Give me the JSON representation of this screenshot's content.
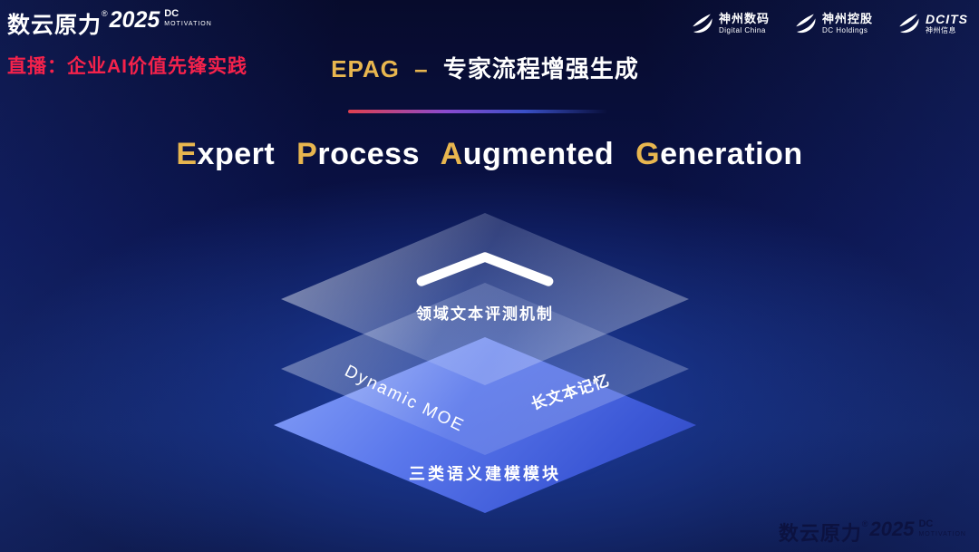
{
  "colors": {
    "gold": "#e8b64f",
    "live_red": "#f5224b",
    "layer_blue": "#4e6fe4",
    "bg_dark": "#070b2c",
    "bg_glow": "#1d3ea2"
  },
  "brand": {
    "name": "数云原力",
    "reg": "®",
    "year": "2025",
    "tag_top": "DC",
    "tag_bottom": "MOTIVATION"
  },
  "header": {
    "live_banner": "直播：企业AI价值先锋实践",
    "slide_title_en": "EPAG",
    "slide_title_sep": "–",
    "slide_title_zh": "专家流程增强生成",
    "partners": [
      {
        "name": "神州数码",
        "sub": "Digital China"
      },
      {
        "name": "神州控股",
        "sub": "DC Holdings"
      },
      {
        "name": "DCITS",
        "sub": "神州信息"
      }
    ]
  },
  "headline": {
    "words": [
      {
        "initial": "E",
        "rest": "xpert"
      },
      {
        "initial": "P",
        "rest": "rocess"
      },
      {
        "initial": "A",
        "rest": "ugmented"
      },
      {
        "initial": "G",
        "rest": "eneration"
      }
    ]
  },
  "diagram": {
    "top_layer_label": "领域文本评测机制",
    "middle_layer_left_label": "Dynamic  MOE",
    "middle_layer_right_label": "长文本记忆",
    "bottom_layer_label": "三类语义建模模块"
  }
}
